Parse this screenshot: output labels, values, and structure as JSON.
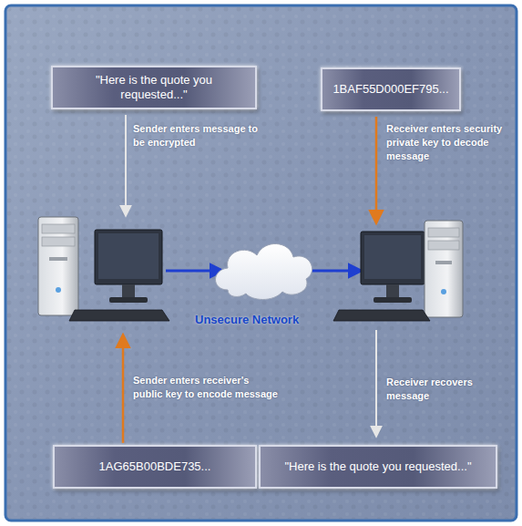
{
  "diagram": {
    "nodes": [
      {
        "text": [
          "\"Here is the quote you requested...\""
        ]
      },
      {
        "text": [
          "1BAF55D000EF795..."
        ]
      },
      {
        "text": [
          "1AG65B00BDE735..."
        ]
      },
      {
        "text": [
          "\"Here is the quote you requested...\""
        ]
      }
    ],
    "labels": [
      "Sender enters message to be encrypted",
      "Receiver enters security private key to decode message",
      "Unsecure Network",
      "Sender enters receiver's public key to encode message",
      "Receiver recovers message"
    ]
  }
}
